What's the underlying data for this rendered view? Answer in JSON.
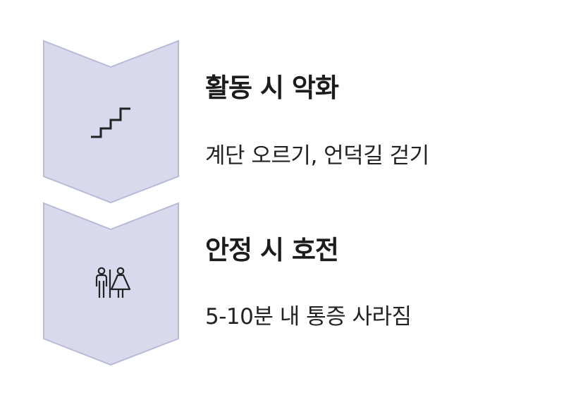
{
  "colors": {
    "chevron_fill": "#d9d9ee",
    "chevron_stroke": "#b9b9d8",
    "icon_stroke": "#222222",
    "title_text": "#1c1c1c",
    "desc_text": "#222222"
  },
  "steps": [
    {
      "icon": "stairs-icon",
      "title": "활동 시 악화",
      "description": "계단 오르기, 언덕길 걷기"
    },
    {
      "icon": "couple-people-icon",
      "title": "안정 시 호전",
      "description": "5-10분 내 통증 사라짐"
    }
  ]
}
